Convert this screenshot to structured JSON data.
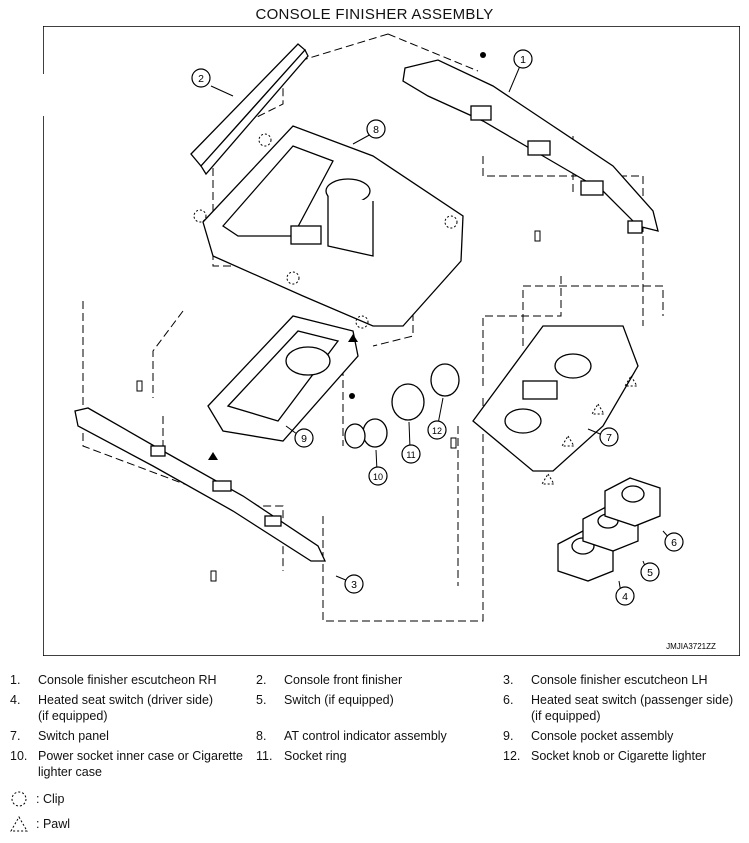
{
  "title": "CONSOLE FINISHER ASSEMBLY",
  "diagram_code": "JMJIA3721ZZ",
  "callouts": [
    "1",
    "2",
    "3",
    "4",
    "5",
    "6",
    "7",
    "8",
    "9",
    "10",
    "11",
    "12"
  ],
  "legend_items": [
    {
      "num": "1.",
      "text": "Console finisher escutcheon RH"
    },
    {
      "num": "2.",
      "text": "Console front finisher"
    },
    {
      "num": "3.",
      "text": "Console finisher escutcheon LH"
    },
    {
      "num": "4.",
      "text": "Heated seat switch (driver side)\n (if equipped)"
    },
    {
      "num": "5.",
      "text": "Switch (if equipped)"
    },
    {
      "num": "6.",
      "text": "Heated seat switch (passenger side)\n (if equipped)"
    },
    {
      "num": "7.",
      "text": "Switch panel"
    },
    {
      "num": "8.",
      "text": "AT control indicator assembly"
    },
    {
      "num": "9.",
      "text": "Console pocket assembly"
    },
    {
      "num": "10.",
      "text": "Power socket inner case or Cigarette lighter case"
    },
    {
      "num": "11.",
      "text": "Socket ring"
    },
    {
      "num": "12.",
      "text": "Socket knob or Cigarette lighter"
    }
  ],
  "symbols": {
    "clip": ": Clip",
    "pawl": ": Pawl"
  }
}
